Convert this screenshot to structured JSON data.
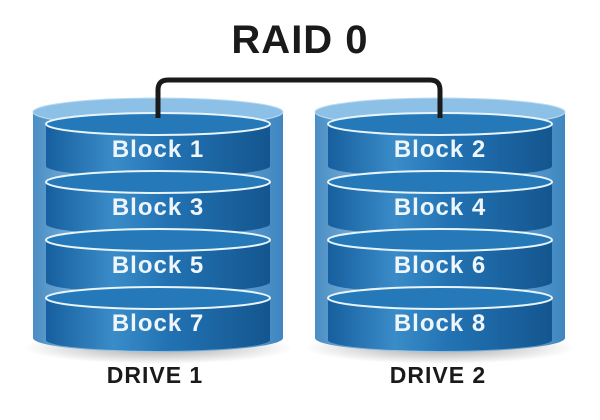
{
  "title": "RAID 0",
  "colors": {
    "outer": "#5aa0cf",
    "block_front": "#1f6fb0",
    "block_top": "#2679b9",
    "block_text": "#eef6fc",
    "connector": "#1a1a1a"
  },
  "drives": [
    {
      "label": "DRIVE 1",
      "blocks": [
        "Block 1",
        "Block 3",
        "Block 5",
        "Block 7"
      ]
    },
    {
      "label": "DRIVE 2",
      "blocks": [
        "Block 2",
        "Block 4",
        "Block 6",
        "Block 8"
      ]
    }
  ]
}
